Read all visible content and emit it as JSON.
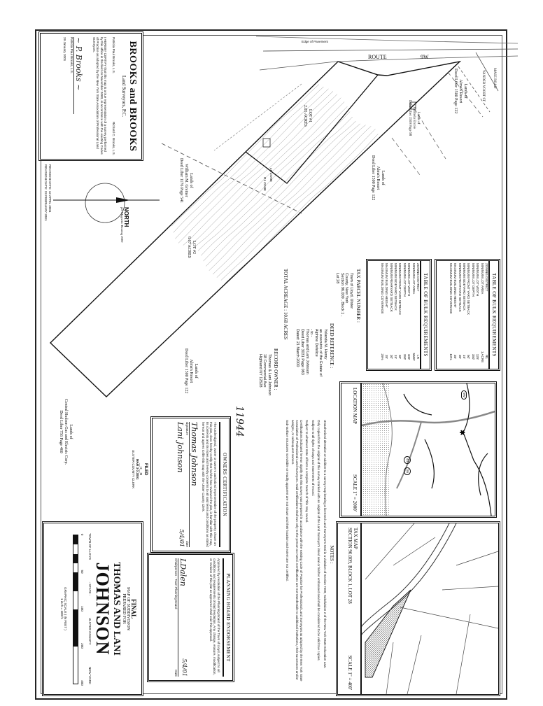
{
  "surveyor": {
    "name": "BROOKS and BROOKS",
    "subtitle": "Land Surveyors, P.C.",
    "surveyors": [
      "Patricia Paul Brooks, L.S.",
      "Richard C. Brooks, L.S."
    ],
    "certification": "I HEREBY CERTIFY that this map is a true representation of a survey performed by this office in the field on November 2000, in accordance with the existing Codes of Practice as adopted by the New York State Association of Professional Land Surveyors.",
    "signature_name": "Patricia Paul Brooks, L.S.",
    "date": "29 January 2001"
  },
  "revisions": [
    "REVISION DATE: 12 APRIL 2001",
    "REVISION DATE: 23 FEBRUARY 2001"
  ],
  "north_arrow": {
    "label": "NORTH",
    "note": "per Magnetic Bearing 2000"
  },
  "map_labels": {
    "edge_of_pavement": "Edge of Pavement",
    "route": "ROUTE",
    "route_number": "9W",
    "mase_road": "MASE ROAD",
    "vander_voort": "VANDER VOORT ST",
    "lot1": {
      "name": "LOT #1",
      "area": "2.05 ACRES"
    },
    "lot2": {
      "name": "LOT #2",
      "area": "8.67 ACRES"
    },
    "lr_zone": "LR ZONE",
    "r1_zone": "R1 ZONE",
    "greiner": {
      "l1": "Lands of",
      "l2": "William M. Greiner",
      "l3": "Deed Liber 1176 Page 541"
    },
    "alma1": {
      "l1": "Lands of",
      "l2": "Alma's Resort",
      "l3": "Deed Liber 1500 Page 122"
    },
    "alma2": {
      "l1": "Lands of",
      "l2": "Alma's Resort",
      "l3": "Deed Liber 1500 Page 122"
    },
    "alma3": {
      "l1": "Lands of",
      "l2": "Alma's Resort",
      "l3": "Deed Liber 1500 Page 122"
    },
    "ercole": {
      "l1": "Lands of",
      "l2": "Carmela Ercole",
      "l3": "Deed Liber 1500 Page 98"
    },
    "central_hudson": {
      "l1": "Lands of",
      "l2": "Central Hudson Gas and Electric Corp.",
      "l3": "Deed Liber 756 Page 460"
    }
  },
  "bulk_tables": [
    {
      "title": "TABLE OF BULK REQUIREMENTS",
      "rows": [
        {
          "label": "ZONING DISTRICT",
          "value": "R1"
        },
        {
          "label": "MINIMUM LOT AREA",
          "value": "1 ACRE"
        },
        {
          "label": "MINIMUM LOT WIDTH",
          "value": "125'"
        },
        {
          "label": "MINIMUM LOT DEPTH",
          "value": "150'"
        },
        {
          "label": "MINIMUM FRONT YARD SETBACK",
          "value": "50'"
        },
        {
          "label": "MINIMUM SIDEYARD SETBACK",
          "value": "15'"
        },
        {
          "label": "MINIMUM REARYARD SETBACK",
          "value": "30'"
        },
        {
          "label": "MAXIMUM BUILDING HEIGHT",
          "value": "35'"
        },
        {
          "label": "MAXIMUM BUILDING COVERAGE",
          "value": "10%"
        }
      ]
    },
    {
      "title": "TABLE OF BULK REQUIREMENTS",
      "rows": [
        {
          "label": "ZONING DISTRICT",
          "value": "LR"
        },
        {
          "label": "MINIMUM LOT AREA",
          "value": "5500'"
        },
        {
          "label": "MINIMUM LOT WIDTH",
          "value": "100'"
        },
        {
          "label": "MINIMUM LOT DEPTH",
          "value": "150'"
        },
        {
          "label": "MINIMUM FRONT YARD SETBACK",
          "value": "30'"
        },
        {
          "label": "MINIMUM SIDEYARD SETBACK",
          "value": "15'"
        },
        {
          "label": "MINIMUM REARYARD SETBACK",
          "value": "30'"
        },
        {
          "label": "MAXIMUM BUILDING HEIGHT",
          "value": "35'"
        },
        {
          "label": "MAXIMUM BUILDING COVERAGE",
          "value": "25%"
        }
      ]
    }
  ],
  "tax_parcel": {
    "title": "TAX PARCEL NUMBER :",
    "line1": "Town of Lloyd, Ulster County, New York",
    "line2": "Section 96.009 , Block 1 , Lot 28"
  },
  "total_acreage": "TOTAL ACREAGE : 10.68 ACRES",
  "deed_reference": {
    "title": "DEED REFERENCE :",
    "lines": [
      "Yolanda M. Henry",
      "as executrix of the Estate of",
      "Alphine Defelice",
      "- to -",
      "Thomas and Lani Johnson",
      "Deed Liber 3031 Page 083",
      "Dated: 21 March 2000"
    ]
  },
  "record_owner": {
    "title": "RECORD OWNER :",
    "lines": [
      "Thomas & Lani Johnson",
      "18 Commercial Ave",
      "Highland NY 12528"
    ]
  },
  "location_map": {
    "title": "LOCATION MAP",
    "scale": "SCALE  1\" = 2000'",
    "route_shields": [
      "9W",
      "44",
      "55"
    ]
  },
  "tax_map": {
    "title": "TAX MAP",
    "section": "SECTION  96.009,  BLOCK  1,  LOT  28",
    "scale": "SCALE  1\" = 400'"
  },
  "notes": {
    "title": "NOTES :",
    "items": [
      "Unauthorized alteration or addition to a survey map bearing a licensed Land Surveyor's Seal is a violation of Section 7209, Subdivision 2 of the New York State Education Law.",
      "Only copies from the original of this survey marked with an original of the Land Surveyor's inked seal or his/her embossed seal shall be considered to be valid true copies.",
      "Subject to all rights of ways and easements of record.",
      "Subject to whatever state of facts a complete Search of Title may reveal.",
      "Certifications indicated hereon signify that this survey was prepared in accordance with the existing Code of Practice for Professional Land Surveyors as adopted by the New York State Association of Professional Land Surveyors. Said certifications shall run only to the person so noted. Certifications are not transferable to additional institutions, their successors and/or assigns, or subsequent owners.",
      "Sub-surface structures not visible or readily apparent are not shown and their location and extent are not certified."
    ]
  },
  "owners_certification": {
    "title": "OWNERS CERTIFICATION",
    "text": "The undersigned, owner or owner's authorized representative of the property shown on this plat, does hereby certify that he/she has reviewed the plat, is familiar with this map, its contents and its notes and hereby consents to all said terms and conditions as stated hereon and agrees to file this map with the Ulster County Clerk.",
    "signature_label": "signature",
    "date_label": "date",
    "date_value": "5/4/01"
  },
  "planning_board": {
    "title": "PLANNING BOARD ENDORSEMENT",
    "text": "Approved by resolution of the Planning Board of the Town of Lloyd, subject to all conditions and requirements of said resolution. Any change, erasure, modification, or revision of this plat as approved shall void this approval.",
    "signature_label": "Chairperson - Town Planning Board",
    "date_label": "Date",
    "date_value": "5/4/01"
  },
  "filing_stamp": {
    "number": "11944",
    "filed": "FILED",
    "hm": "__H__M",
    "date": "MAR 3 0 2001",
    "clerk": "ULSTER COUNTY CLERK"
  },
  "title_block": {
    "final": "FINAL",
    "line1": "MAP OF SUBDIVISION",
    "line2": "PREPARED FOR",
    "owners": "THOMAS AND LANI",
    "surname": "JOHNSON",
    "town": "TOWN OF LLOYD",
    "state_label": "- STATE -",
    "county": "ULSTER COUNTY",
    "state": "NEW YORK",
    "scale_title": "GRAPHIC SCALE  ( IN FEET )",
    "scale_note": "1 inch = 100 ft.",
    "scale_ticks": [
      "0",
      "50",
      "100",
      "200",
      "400"
    ]
  }
}
